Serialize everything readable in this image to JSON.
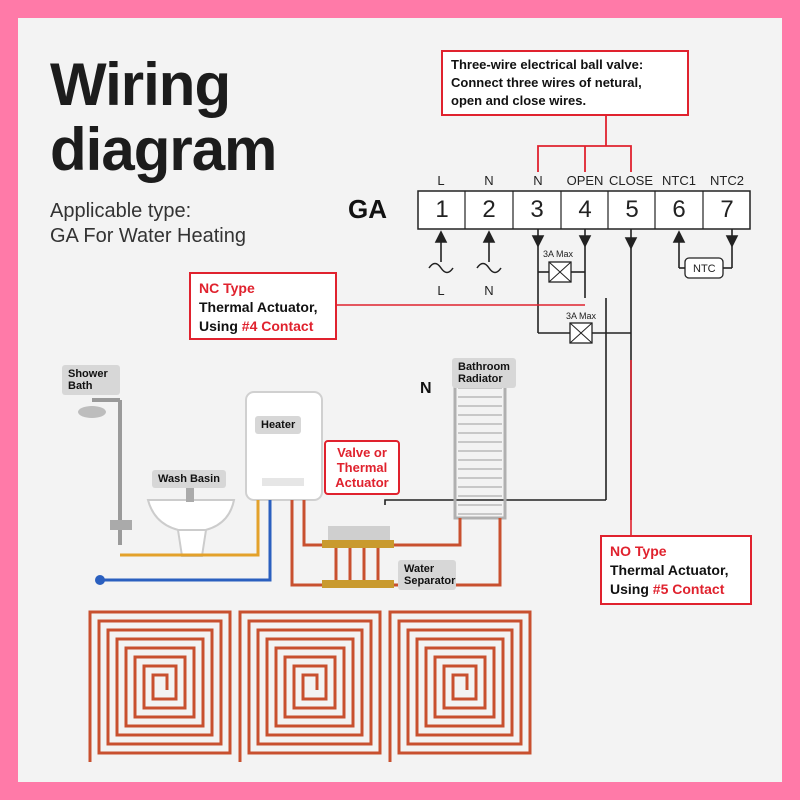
{
  "title": {
    "line1": "Wiring",
    "line2": "diagram"
  },
  "applicable": {
    "line1": "Applicable type:",
    "line2": "GA For Water Heating"
  },
  "model": "GA",
  "terminal_labels": [
    "L",
    "N",
    "N",
    "OPEN",
    "CLOSE",
    "NTC1",
    "NTC2"
  ],
  "terminal_numbers": [
    "1",
    "2",
    "3",
    "4",
    "5",
    "6",
    "7"
  ],
  "inputs": [
    "L",
    "N"
  ],
  "ball_valve_note": [
    "Three-wire electrical ball valve:",
    "Connect three wires of netural,",
    "open and close wires."
  ],
  "fuse_label": "3A Max",
  "ntc_label": "NTC",
  "nc_box": {
    "type": "NC Type",
    "line2": "Thermal Actuator,",
    "prefix": "Using ",
    "contact": "#4 Contact"
  },
  "no_box": {
    "type": "NO Type",
    "line2": "Thermal Actuator,",
    "prefix": "Using ",
    "contact": "#5 Contact"
  },
  "n_label": "N",
  "components": {
    "shower": [
      "Shower",
      "Bath"
    ],
    "wash_basin": "Wash Basin",
    "heater": "Heater",
    "radiator": [
      "Bathroom",
      "Radiator"
    ],
    "valve": [
      "Valve or",
      "Thermal",
      "Actuator"
    ],
    "separator": [
      "Water",
      "Separator"
    ]
  },
  "colors": {
    "accent_red": "#e0222e",
    "pipe_hot": "#c8502f",
    "pipe_cold": "#2a5fbf",
    "pipe_warm": "#e3a12a",
    "frame": "#ff7aa8"
  }
}
